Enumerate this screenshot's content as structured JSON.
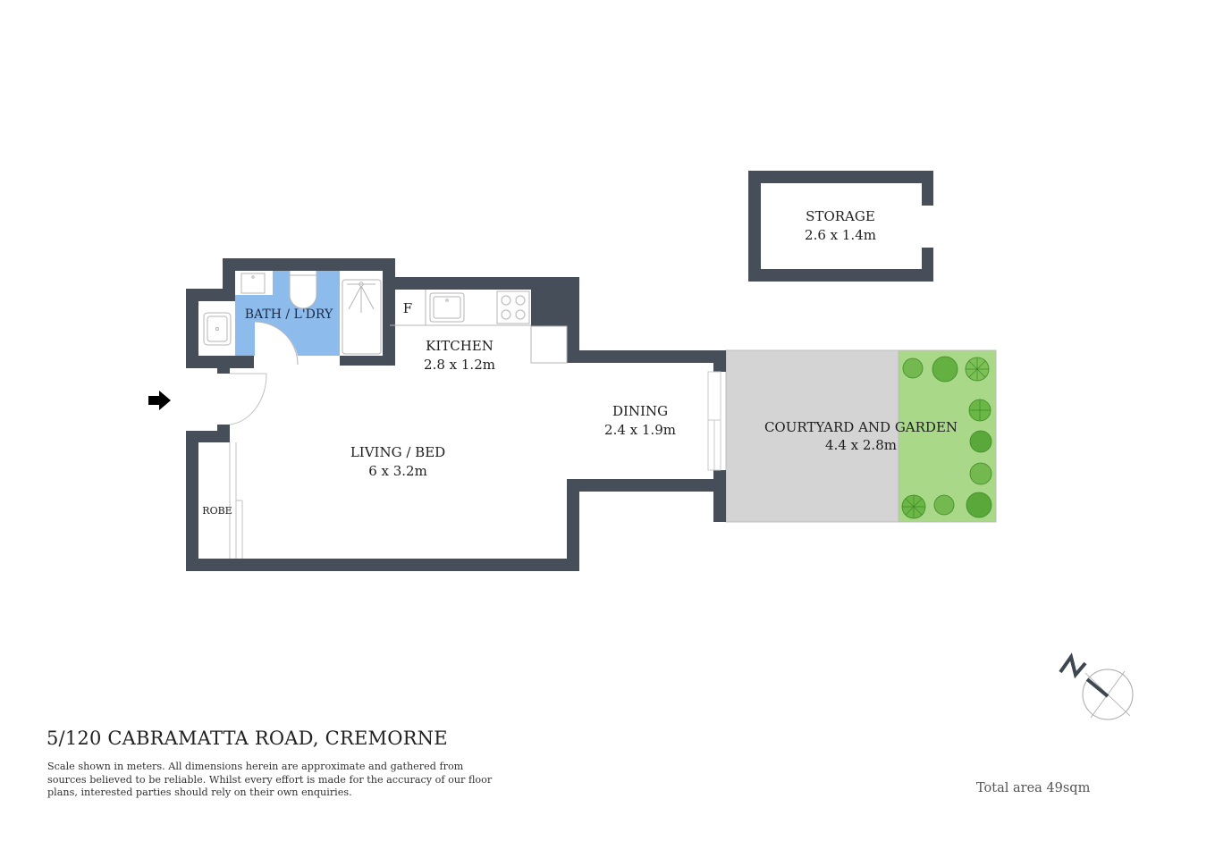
{
  "property": {
    "address": "5/120 CABRAMATTA ROAD, CREMORNE",
    "disclaimer": "Scale shown in meters. All dimensions herein are approximate and gathered from sources believed to be  reliable. Whilst every effort is made for the accuracy of our floor plans, interested parties should rely on their own enquiries.",
    "total_area": "Total area 49sqm"
  },
  "rooms": {
    "storage": {
      "label": "STORAGE",
      "dims": "2.6 x 1.4m"
    },
    "bath": {
      "label": "BATH / L'DRY"
    },
    "kitchen": {
      "label": "KITCHEN",
      "dims": "2.8 x 1.2m",
      "fridge": "F"
    },
    "dining": {
      "label": "DINING",
      "dims": "2.4 x 1.9m"
    },
    "living": {
      "label": "LIVING / BED",
      "dims": "6 x 3.2m"
    },
    "robe": {
      "label": "ROBE"
    },
    "courtyard": {
      "label": "COURTYARD AND GARDEN",
      "dims": "4.4 x 2.8m"
    }
  },
  "icons": {
    "entry": "entry-arrow-icon",
    "compass": "north-compass-icon"
  },
  "colors": {
    "wall": "#464f59",
    "bath_fill": "#8dbcec",
    "courtyard_fill": "#d4d4d4",
    "garden_fill": "#a8d888",
    "plant": "#5aa83a"
  }
}
